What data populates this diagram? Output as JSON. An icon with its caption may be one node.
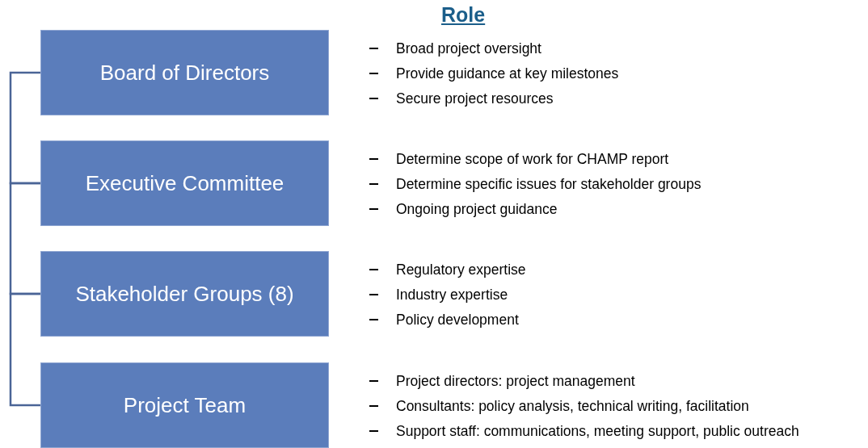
{
  "diagram": {
    "nodes": [
      {
        "text": [
          "Board of Directors"
        ],
        "beside": [
          "Broad project oversight",
          "Provide guidance at key milestones",
          "Secure project resources"
        ]
      },
      {
        "text": [
          "Executive Committee"
        ],
        "beside": [
          "Determine scope of work for CHAMP report",
          "Determine specific issues for stakeholder groups",
          "Ongoing project guidance"
        ]
      },
      {
        "text": [
          "Stakeholder Groups (8)"
        ],
        "beside": [
          "Regulatory expertise",
          "Industry expertise",
          "Policy development"
        ]
      },
      {
        "text": [
          "Project Team"
        ],
        "beside": [
          "Project directors: project management",
          "Consultants: policy analysis, technical writing, facilitation",
          "Support staff: communications, meeting support, public outreach"
        ]
      }
    ],
    "edges": [
      {
        "from": 0,
        "to": 1,
        "arrow": "none"
      },
      {
        "from": 1,
        "to": 2,
        "arrow": "none"
      },
      {
        "from": 2,
        "to": 3,
        "arrow": "none"
      }
    ],
    "labels": [
      "Role"
    ]
  }
}
